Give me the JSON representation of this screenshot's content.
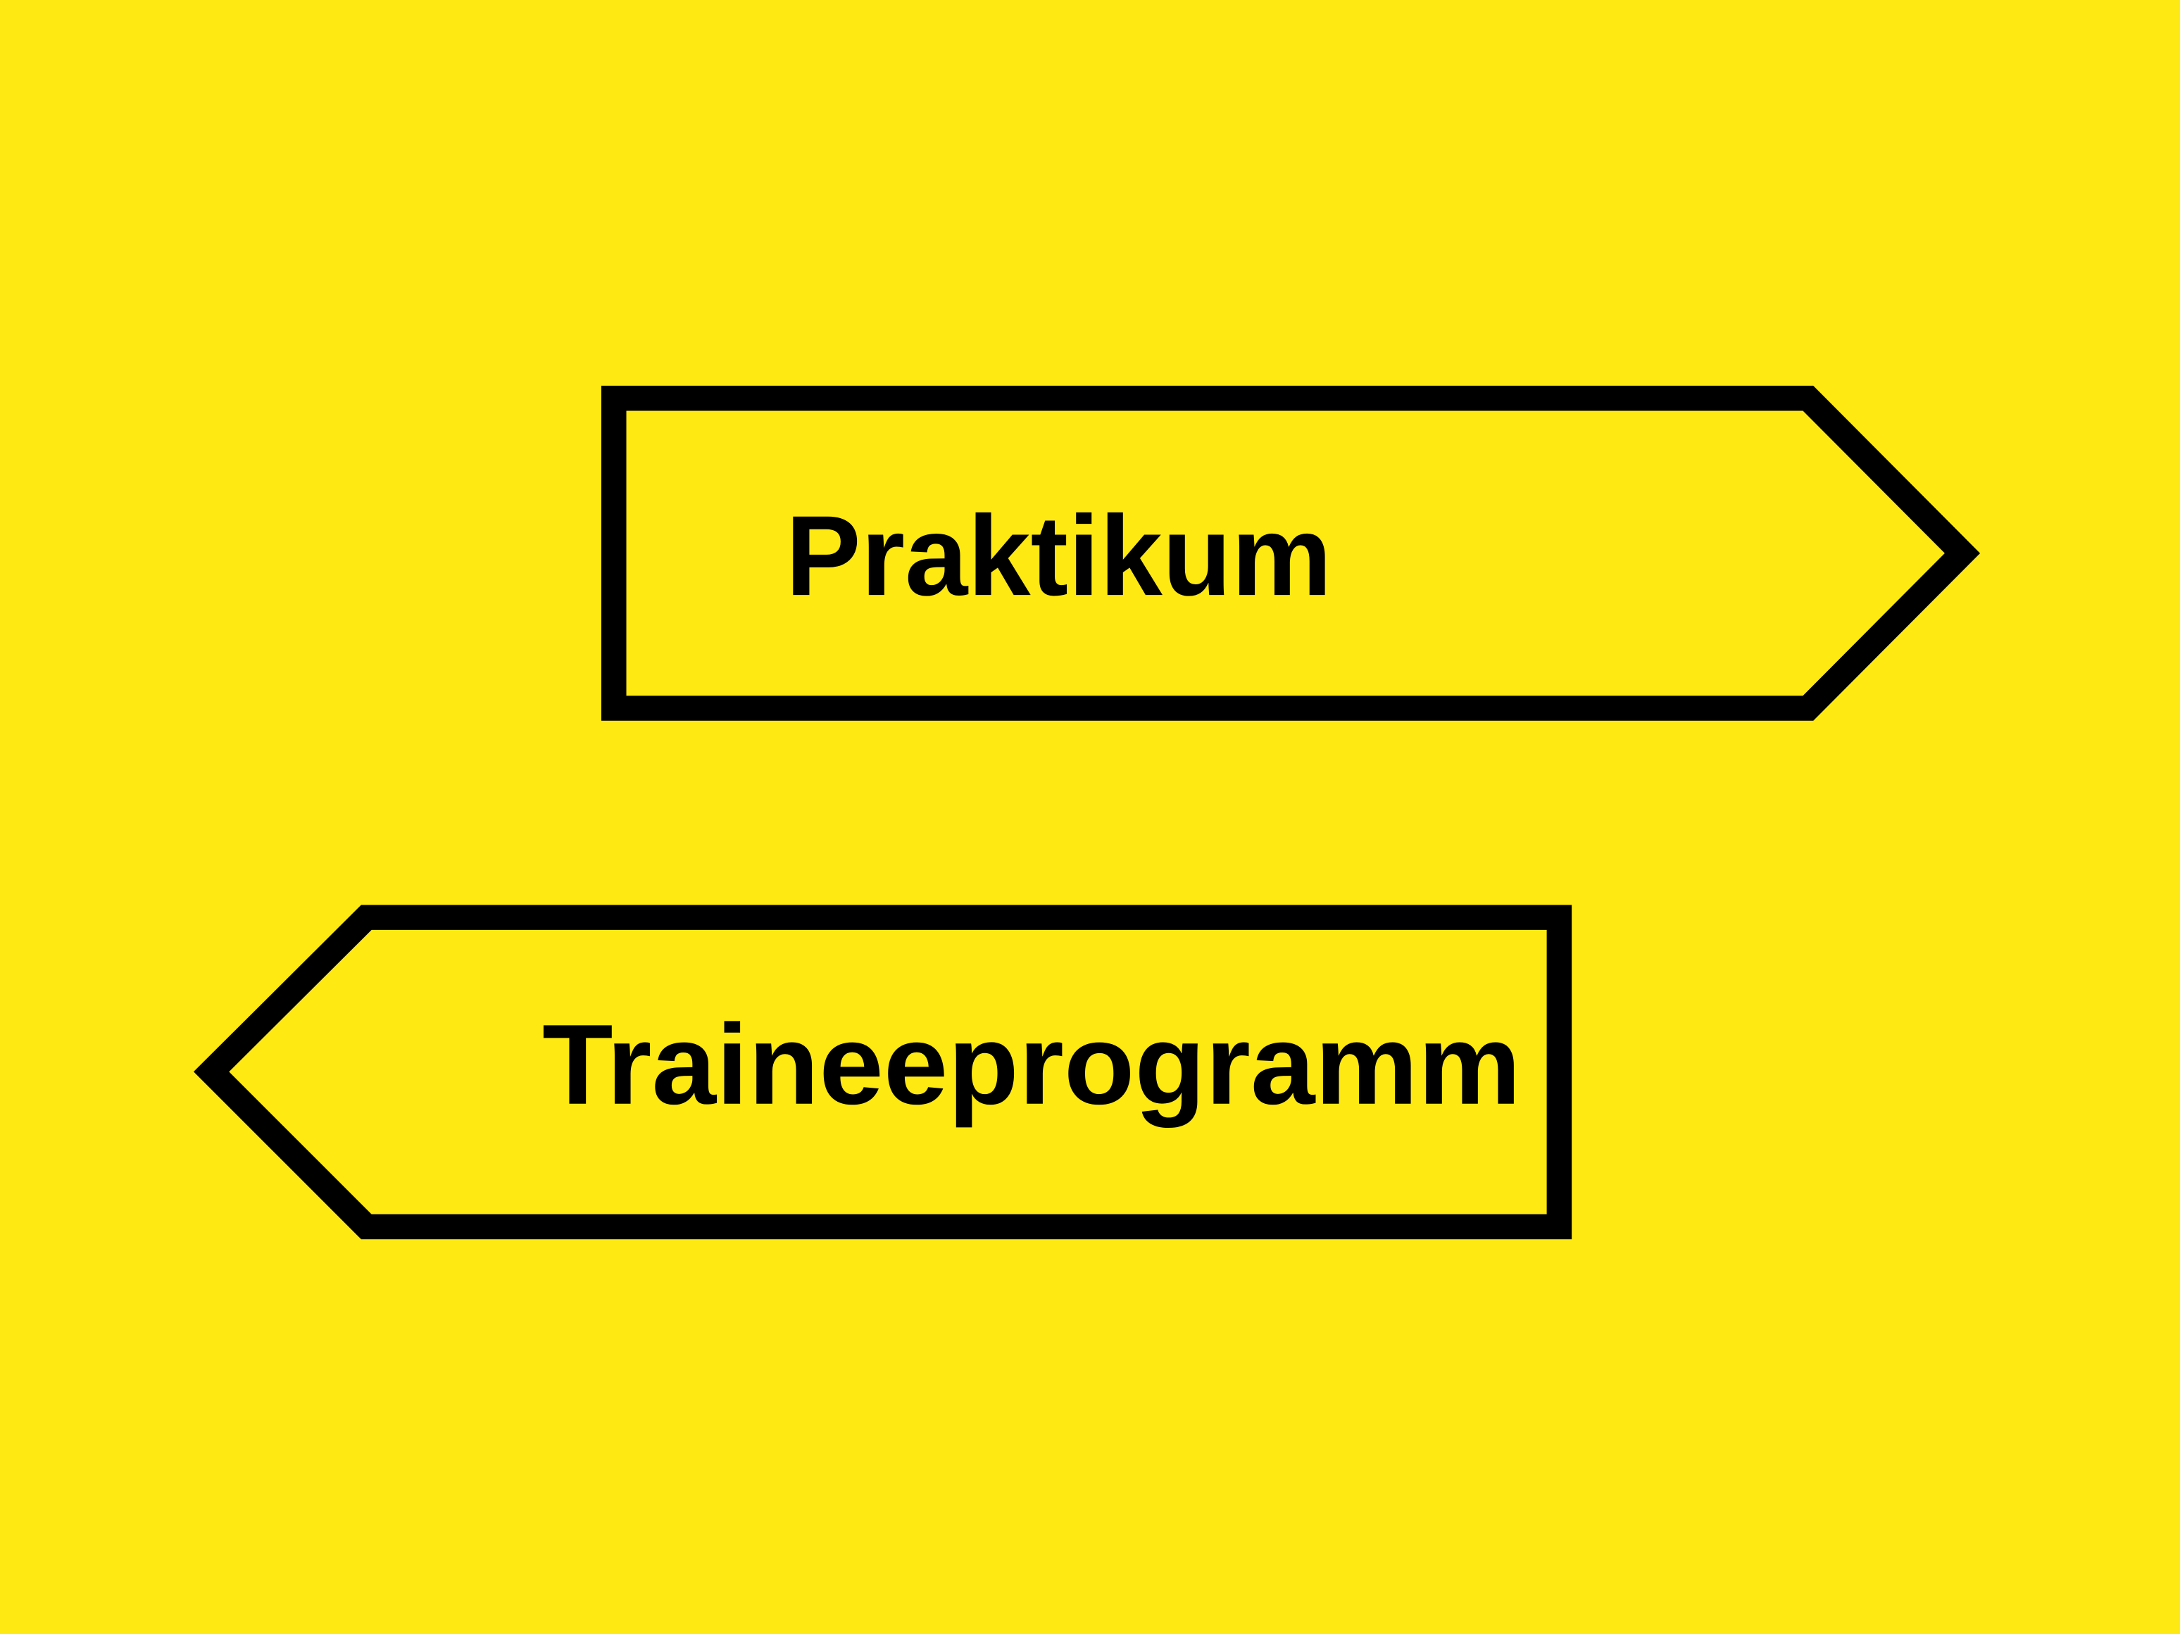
{
  "colors": {
    "background": "#FFE912",
    "stroke": "#000000"
  },
  "signs": [
    {
      "label": "Praktikum",
      "direction": "right"
    },
    {
      "label": "Traineeprogramm",
      "direction": "left"
    }
  ]
}
